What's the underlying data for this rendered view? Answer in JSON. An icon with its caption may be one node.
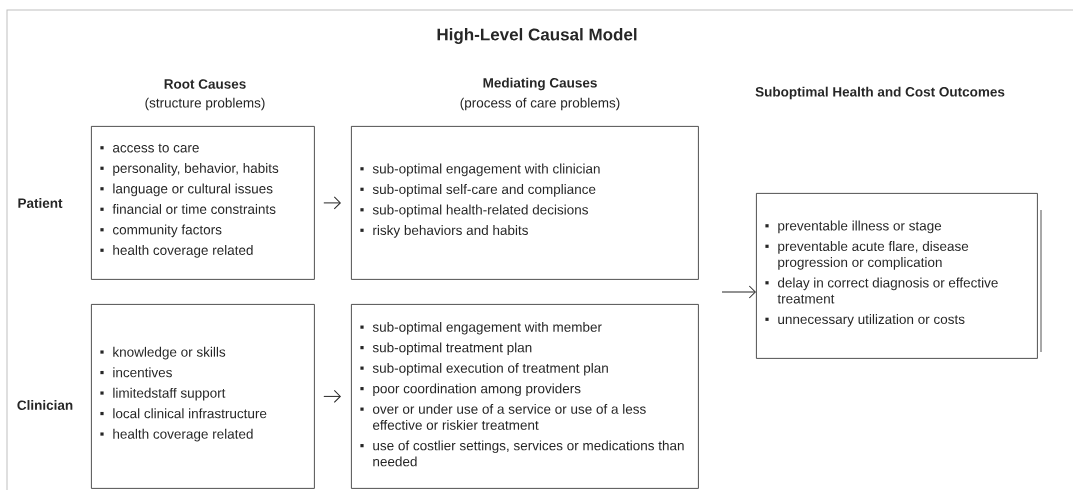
{
  "diagram": {
    "title": "High-Level Causal Model",
    "nodes": [
      {
        "text": [
          "access to care",
          "personality, behavior, habits",
          "language or cultural issues",
          "financial or time constraints",
          "community factors",
          "health coverage related"
        ]
      },
      {
        "text": [
          "sub-optimal engagement with clinician",
          "sub-optimal self-care and compliance",
          "sub-optimal health-related decisions",
          "risky behaviors and habits"
        ]
      },
      {
        "text": [
          "knowledge or skills",
          "incentives",
          "limitedstaff support",
          "local clinical infrastructure",
          "health coverage related"
        ]
      },
      {
        "text": [
          "sub-optimal engagement with member",
          "sub-optimal treatment plan",
          "sub-optimal execution of treatment plan",
          "poor coordination among providers",
          "over or under use of a service or use of a less effective or riskier treatment",
          "use of costlier settings, services or medications than needed"
        ]
      },
      {
        "text": [
          "preventable illness or stage",
          "preventable acute flare, disease progression or complication",
          "delay in correct diagnosis or effective treatment",
          "unnecessary utilization or costs"
        ]
      }
    ],
    "edges": [
      {
        "from": 0,
        "to": 1,
        "arrow": "to"
      },
      {
        "from": 2,
        "to": 3,
        "arrow": "to"
      },
      {
        "from": null,
        "to": 4,
        "arrow": "to"
      }
    ],
    "labels": [
      "Root Causes",
      "(structure problems)",
      "Mediating Causes",
      "(process of care problems)",
      "Suboptimal Health and Cost Outcomes",
      "Patient",
      "Clinician"
    ]
  }
}
